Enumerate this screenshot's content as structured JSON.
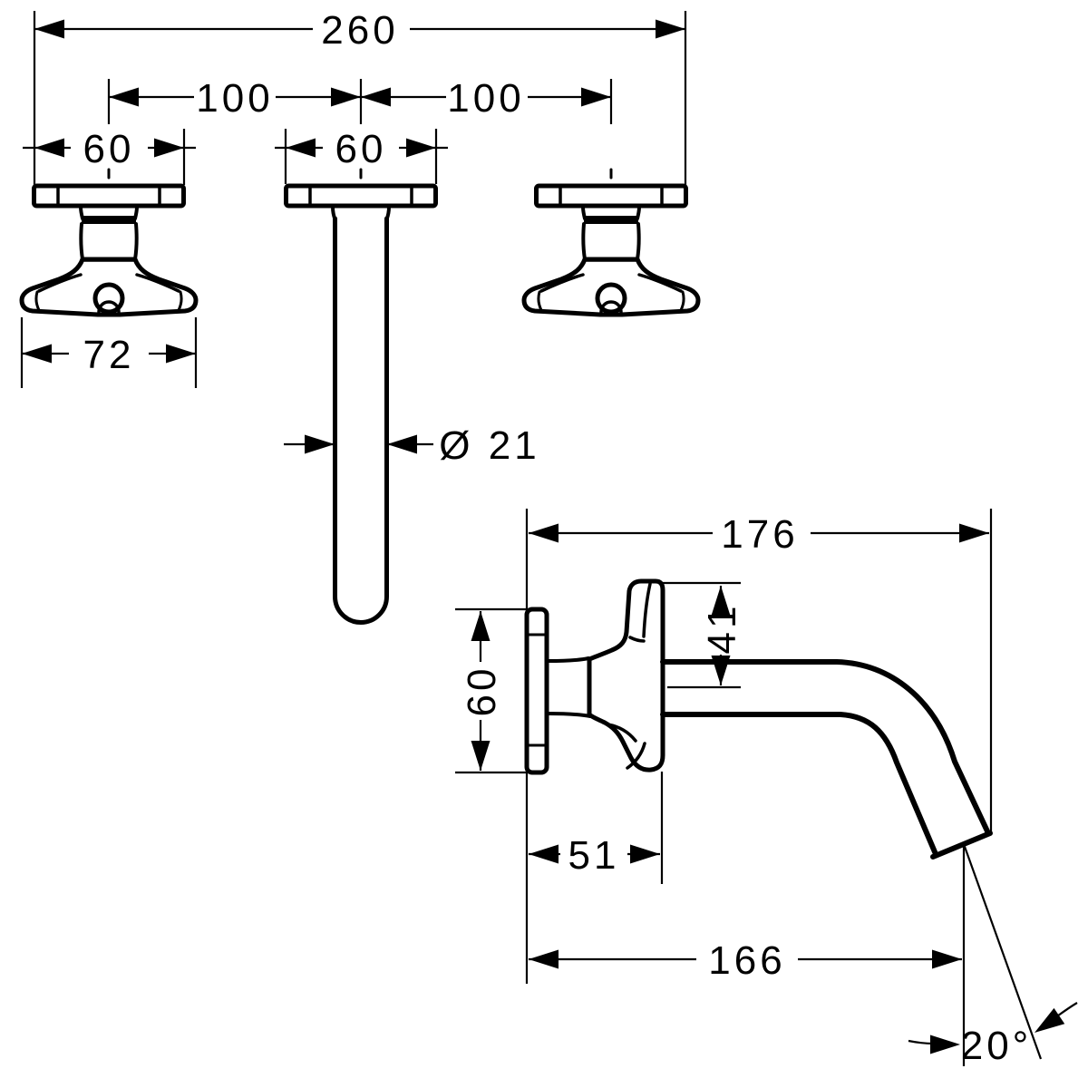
{
  "meta": {
    "type": "technical-dimension-drawing",
    "subject": "wall-mounted 3-hole basin mixer (two handles and spout)",
    "units": "mm",
    "line_color": "#000000",
    "background_color": "#ffffff"
  },
  "front_view": {
    "overall_width": "260",
    "left_center_distance": "100",
    "right_center_distance": "100",
    "handle_escutcheon_width": "60",
    "spout_escutcheon_width": "60",
    "handle_width": "72",
    "spout_diameter": "Ø 21"
  },
  "side_view": {
    "total_projection": "176",
    "handle_rise_above_spout_axis": "41",
    "escutcheon_height": "60",
    "handle_projection": "51",
    "outlet_projection": "166",
    "outlet_angle": "20°"
  }
}
